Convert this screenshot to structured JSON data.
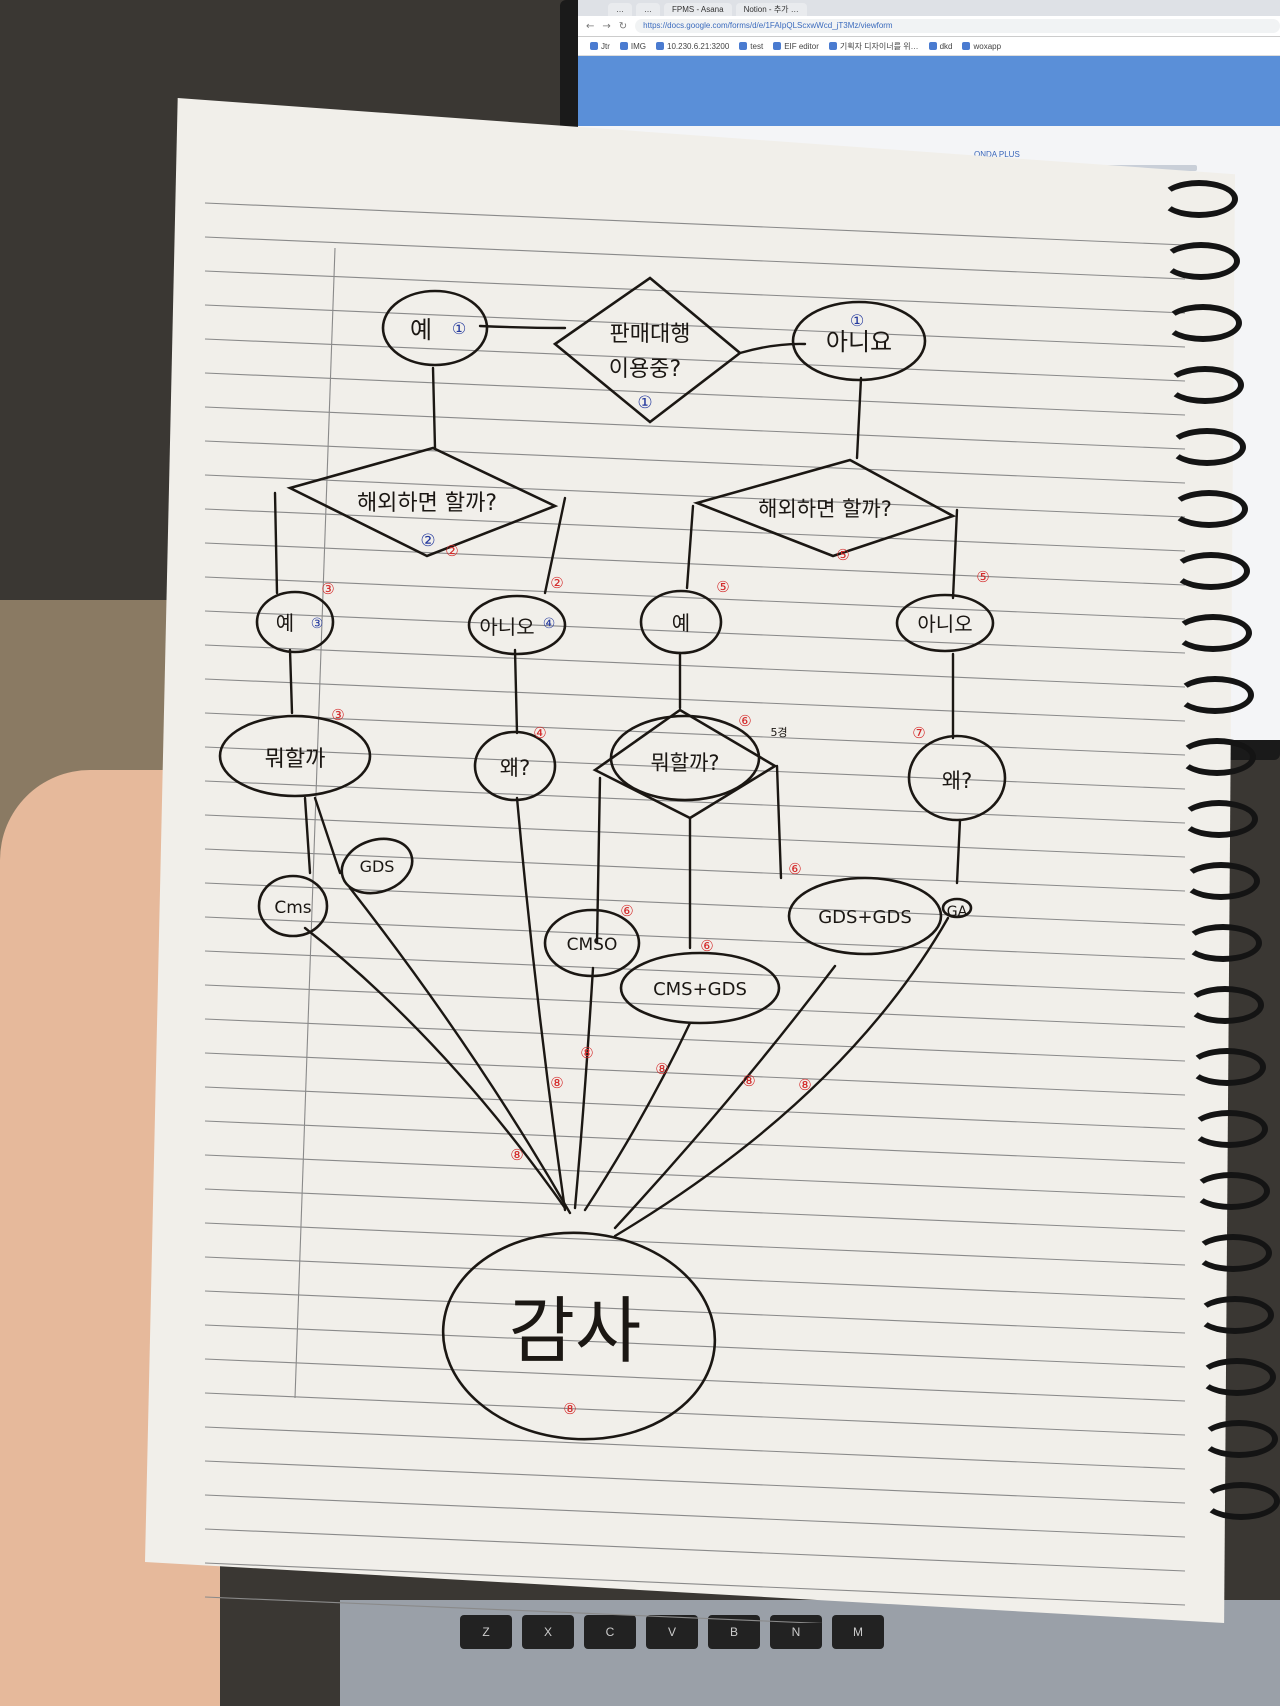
{
  "browser": {
    "tabs": [
      "…",
      "…",
      "FPMS - Asana",
      "Notion - 추가 …"
    ],
    "url": "https://docs.google.com/forms/d/e/1FAIpQLScxwWcd_jT3Mz/viewform",
    "bookmarks": [
      "Jtr",
      "IMG",
      "10.230.6.21:3200",
      "test",
      "EIF editor",
      "기획자 디자이너를 위…",
      "dkd",
      "woxapp"
    ]
  },
  "page_heading": "…",
  "page_brand": "ONDA PLUS",
  "diagram": {
    "top_decision": {
      "line1": "판매대행",
      "line2": "이용중?",
      "num": "①"
    },
    "yes_top": {
      "label": "예",
      "num": "①"
    },
    "no_top": {
      "label": "아니요",
      "num": "①"
    },
    "left_decision": {
      "label": "해외하면 할까?",
      "num": "②",
      "mark": "②"
    },
    "right_decision": {
      "label": "해외하면 할까?",
      "mark": "⑤"
    },
    "yes_left": {
      "label": "예",
      "num": "③",
      "mark": "③"
    },
    "no_left": {
      "label": "아니오",
      "num": "④",
      "mark": "②"
    },
    "yes_right": {
      "label": "예",
      "mark": "⑤"
    },
    "no_right": {
      "label": "아니오",
      "mark": "⑤"
    },
    "what_left": {
      "label": "뭐할까",
      "mark": "③"
    },
    "why_left": {
      "label": "왜?",
      "mark": "④"
    },
    "what_center": {
      "label": "뭐할까?",
      "mark": "⑥",
      "note": "5경"
    },
    "why_right": {
      "label": "왜?",
      "mark": "⑦"
    },
    "cms_left": {
      "label": "Cms"
    },
    "gds_left": {
      "label": "GDS"
    },
    "cms_o": {
      "label": "CMSO",
      "mark": "⑥"
    },
    "cms_gds": {
      "label": "CMS+GDS",
      "mark": "⑥"
    },
    "gds_gds": {
      "label": "GDS+GDS",
      "mark": "⑥"
    },
    "ga_right": {
      "label": "GA"
    },
    "audit": {
      "label": "감사",
      "mark": "⑧"
    },
    "edge_marks": [
      "⑧",
      "⑧",
      "⑧",
      "⑧",
      "⑧",
      "⑧"
    ]
  },
  "colors": {
    "ink": "#1b1713",
    "red_pen": "#d42a2a",
    "blue_pen": "#253a9e",
    "paper": "#f1efea"
  }
}
